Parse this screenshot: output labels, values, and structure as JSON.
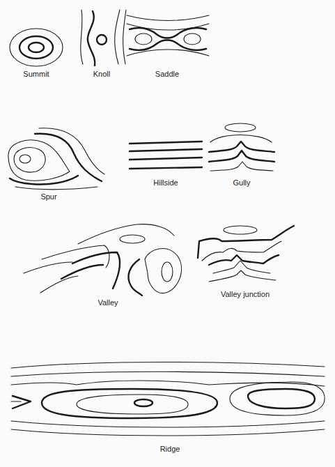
{
  "diagram": {
    "labels": [
      "Summit",
      "Knoll",
      "Saddle",
      "Spur",
      "Hillside",
      "Gully",
      "Valley",
      "Valley junction",
      "Ridge"
    ]
  }
}
